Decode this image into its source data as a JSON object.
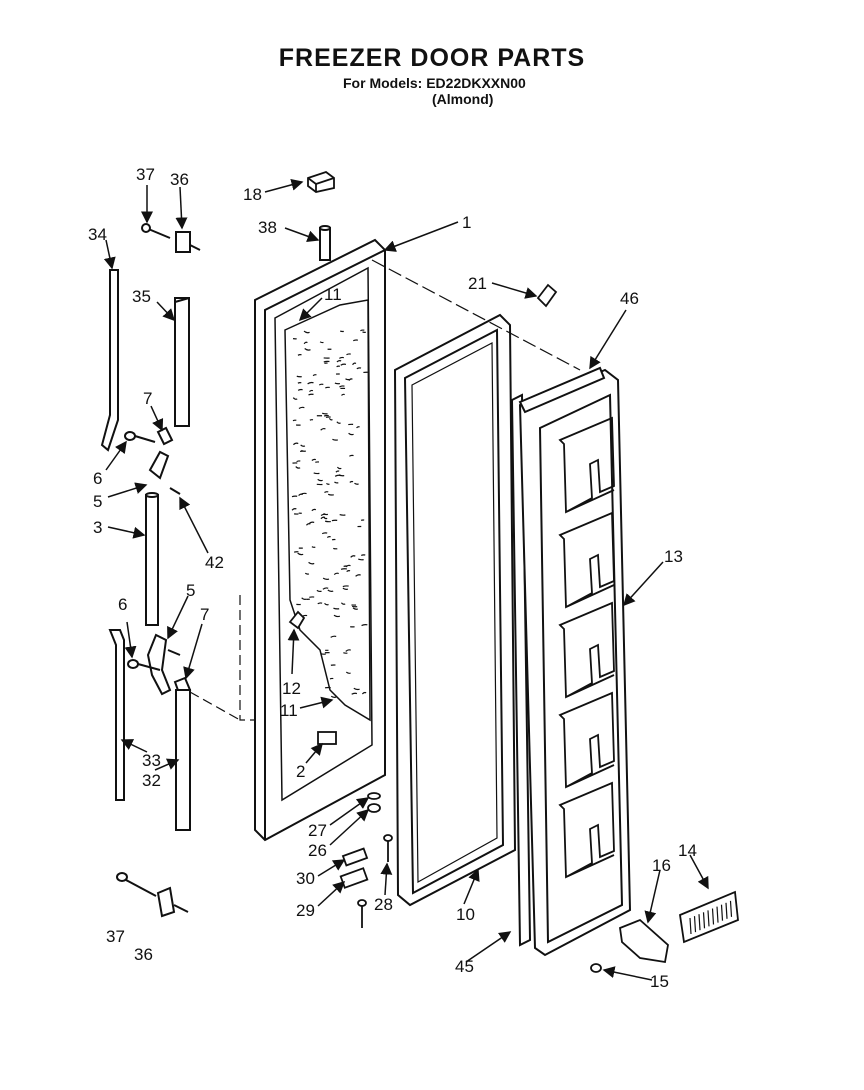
{
  "header": {
    "title": "FREEZER DOOR PARTS",
    "models": "For Models: ED22DKXXN00",
    "color": "(Almond)"
  },
  "callouts": [
    {
      "label": "37"
    },
    {
      "label": "36"
    },
    {
      "label": "18"
    },
    {
      "label": "38"
    },
    {
      "label": "1"
    },
    {
      "label": "34"
    },
    {
      "label": "35"
    },
    {
      "label": "11"
    },
    {
      "label": "21"
    },
    {
      "label": "46"
    },
    {
      "label": "7"
    },
    {
      "label": "6"
    },
    {
      "label": "5"
    },
    {
      "label": "3"
    },
    {
      "label": "42"
    },
    {
      "label": "5"
    },
    {
      "label": "6"
    },
    {
      "label": "7"
    },
    {
      "label": "13"
    },
    {
      "label": "12"
    },
    {
      "label": "11"
    },
    {
      "label": "2"
    },
    {
      "label": "33"
    },
    {
      "label": "32"
    },
    {
      "label": "27"
    },
    {
      "label": "26"
    },
    {
      "label": "30"
    },
    {
      "label": "28"
    },
    {
      "label": "29"
    },
    {
      "label": "10"
    },
    {
      "label": "14"
    },
    {
      "label": "16"
    },
    {
      "label": "37"
    },
    {
      "label": "36"
    },
    {
      "label": "45"
    },
    {
      "label": "15"
    }
  ]
}
